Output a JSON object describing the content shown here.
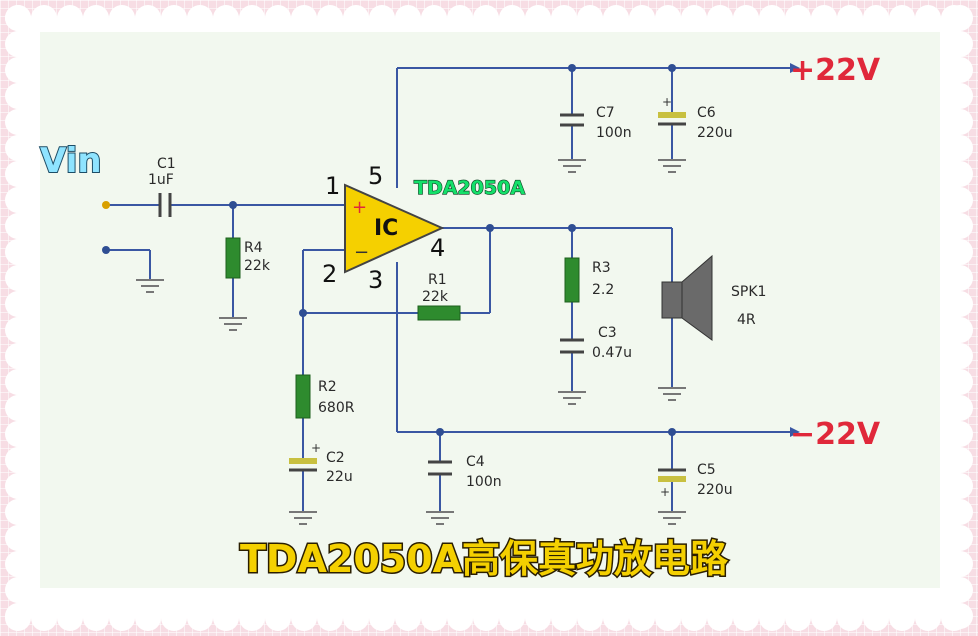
{
  "diagram": {
    "title": "TDA2050A高保真功放电路",
    "input_label": "Vin",
    "ic_label": "IC",
    "ic_part": "TDA2050A",
    "pins": {
      "p1": "1",
      "p2": "2",
      "p3": "3",
      "p4": "4",
      "p5": "5"
    },
    "pin_plus": "+",
    "pin_minus": "−",
    "rail_pos": "+22V",
    "rail_neg": "−22V",
    "components": {
      "C1": {
        "name": "C1",
        "value": "1uF"
      },
      "R4": {
        "name": "R4",
        "value": "22k"
      },
      "R1": {
        "name": "R1",
        "value": "22k"
      },
      "R2": {
        "name": "R2",
        "value": "680R"
      },
      "C2": {
        "name": "C2",
        "value": "22u"
      },
      "R3": {
        "name": "R3",
        "value": "2.2"
      },
      "C3": {
        "name": "C3",
        "value": "0.47u"
      },
      "C7": {
        "name": "C7",
        "value": "100n"
      },
      "C6": {
        "name": "C6",
        "value": "220u"
      },
      "C4": {
        "name": "C4",
        "value": "100n"
      },
      "C5": {
        "name": "C5",
        "value": "220u"
      },
      "SPK1": {
        "name": "SPK1",
        "value": "4R"
      }
    },
    "colors": {
      "wire": "#3a57a3",
      "resistor": "#2e8b2e",
      "ic_fill": "#f5d000",
      "electrolytic": "#c8c040",
      "rail_text": "#e0283a",
      "title_fill": "#f4d000",
      "vin_fill": "#8fe4ff"
    }
  }
}
